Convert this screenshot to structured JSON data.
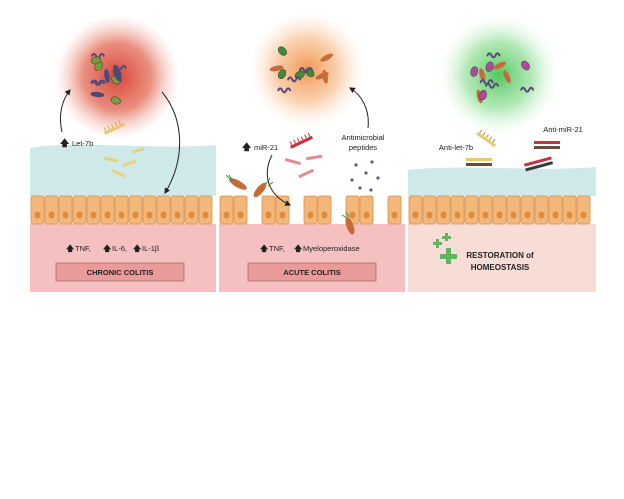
{
  "panels": [
    {
      "id": "chronic",
      "mirna_label": "Let-7b",
      "markers": [
        "TNF,",
        "IL-6,",
        "IL-1β"
      ],
      "condition": "CHRONIC COLITIS"
    },
    {
      "id": "acute",
      "mirna_label": "miR-21",
      "antimicrobial_label_line1": "Antimicrobial",
      "antimicrobial_label_line2": "peptides",
      "markers": [
        "TNF,",
        "Myeloperoxidase"
      ],
      "condition": "ACUTE COLITIS"
    },
    {
      "id": "restoration",
      "anti_let7b_label": "Anti-let-7b",
      "anti_mir21_label": "Anti-miR-21",
      "condition_line1": "RESTORATION of",
      "condition_line2": "HOMEOSTASIS"
    }
  ],
  "colors": {
    "mucus": "#cfe8e8",
    "cells": "#f3b77a",
    "nucleus": "#e08a3c",
    "tissue": "#f4c0c0",
    "box": "#e99a9a",
    "restore_tissue": "#f8dcd6",
    "red_glow": "#e04a3a",
    "orange_glow": "#f3a760",
    "green_glow": "#5fd06a",
    "plus": "#5cb85c"
  },
  "icons": [
    "up-arrow-icon",
    "bacteria-icon",
    "rna-strand-icon",
    "plus-icon"
  ]
}
